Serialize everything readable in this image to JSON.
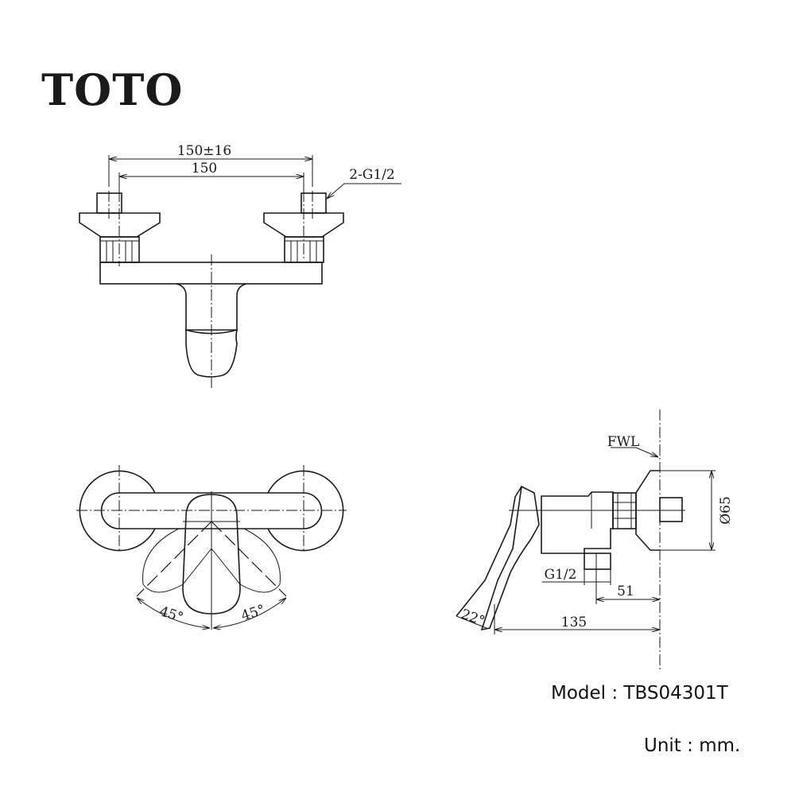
{
  "brand": "TOTO",
  "top_view": {
    "dim_outer": "150±16",
    "dim_inner": "150",
    "thread_label": "2-G1/2"
  },
  "front_view": {
    "angle_left": "45°",
    "angle_right": "45°"
  },
  "side_view": {
    "fwl_label": "FWL",
    "diameter_label": "Ø65",
    "outlet_thread_label": "G1/2",
    "dim_outlet": "51",
    "dim_depth": "135",
    "angle_label": "22°"
  },
  "info": {
    "model": "Model : TBS04301T",
    "unit": "Unit : mm."
  }
}
